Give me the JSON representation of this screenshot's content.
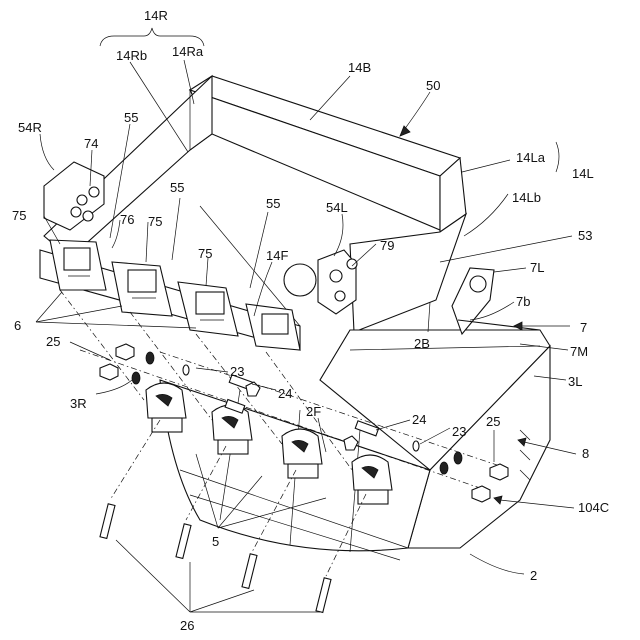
{
  "figure": {
    "labels": {
      "l14R": "14R",
      "l14Rb": "14Rb",
      "l14Ra": "14Ra",
      "l14B": "14B",
      "l50": "50",
      "l54R": "54R",
      "l74": "74",
      "l55a": "55",
      "l55b": "55",
      "l55c": "55",
      "l75a": "75",
      "l76": "76",
      "l75b": "75",
      "l75c": "75",
      "l14F": "14F",
      "l54L": "54L",
      "l79": "79",
      "l14La": "14La",
      "l14L": "14L",
      "l14Lb": "14Lb",
      "l53": "53",
      "l7L": "7L",
      "l7b": "7b",
      "l7": "7",
      "l2B": "2B",
      "l7M": "7M",
      "l3L": "3L",
      "l6": "6",
      "l25a": "25",
      "l23a": "23",
      "l24a": "24",
      "l3R": "3R",
      "l2F": "2F",
      "l24b": "24",
      "l23b": "23",
      "l25b": "25",
      "l8": "8",
      "l104C": "104C",
      "l5": "5",
      "l2": "2",
      "l26": "26"
    }
  }
}
